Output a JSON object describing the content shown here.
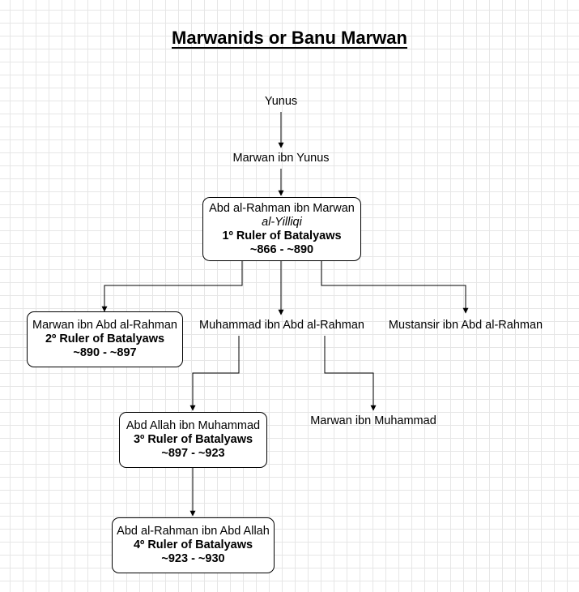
{
  "title": "Marwanids or Banu Marwan",
  "nodes": {
    "yunus": {
      "name": "Yunus"
    },
    "marwan_ibn_yunus": {
      "name": "Marwan ibn Yunus"
    },
    "abd_al_rahman_ibn_marwan": {
      "name": "Abd al-Rahman ibn Marwan",
      "epithet": "al-Yilliqi",
      "rule": "1º Ruler of Batalyaws",
      "dates": "~866 - ~890"
    },
    "marwan_ibn_abd_al_rahman": {
      "name": "Marwan ibn Abd al-Rahman",
      "rule": "2º Ruler of Batalyaws",
      "dates": "~890 - ~897"
    },
    "muhammad_ibn_abd_al_rahman": {
      "name": "Muhammad ibn Abd al-Rahman"
    },
    "mustansir_ibn_abd_al_rahman": {
      "name": "Mustansir ibn Abd al-Rahman"
    },
    "abd_allah_ibn_muhammad": {
      "name": "Abd Allah ibn Muhammad",
      "rule": "3º Ruler of Batalyaws",
      "dates": "~897 - ~923"
    },
    "marwan_ibn_muhammad": {
      "name": "Marwan ibn Muhammad"
    },
    "abd_al_rahman_ibn_abd_allah": {
      "name": "Abd al-Rahman ibn Abd Allah",
      "rule": "4º Ruler of Batalyaws",
      "dates": "~923 - ~930"
    }
  }
}
